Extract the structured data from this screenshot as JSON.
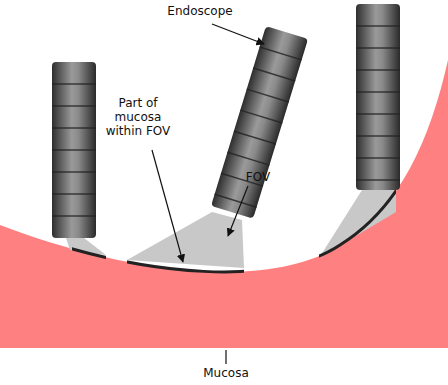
{
  "diagram": {
    "labels": [
      "Endoscope",
      "Part of mucosa within FOV",
      "FOV",
      "Mucosa"
    ]
  }
}
